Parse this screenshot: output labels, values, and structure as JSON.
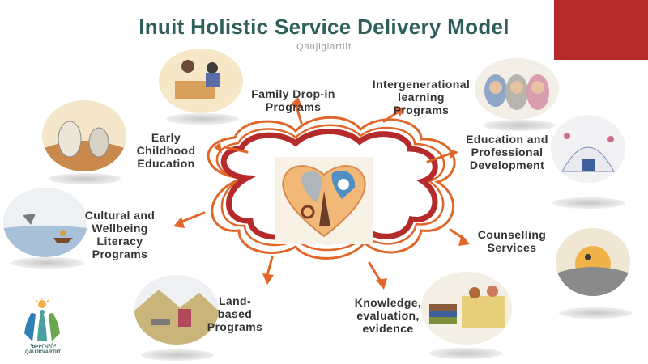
{
  "header": {
    "title": "Inuit Holistic Service Delivery Model",
    "subtitle": "Qaujigiartiit"
  },
  "programs": [
    {
      "id": "family",
      "label": "Family Drop-in\nPrograms"
    },
    {
      "id": "intergenerational",
      "label": "Intergenerational\nlearning\nPrograms"
    },
    {
      "id": "early",
      "label": "Early\nChildhood\nEducation"
    },
    {
      "id": "education",
      "label": "Education and\nProfessional\nDevelopment"
    },
    {
      "id": "cultural",
      "label": "Cultural and\nWellbeing\nLiteracy\nPrograms"
    },
    {
      "id": "counselling",
      "label": "Counselling\nServices"
    },
    {
      "id": "land",
      "label": "Land-\nbased\nPrograms"
    },
    {
      "id": "knowledge",
      "label": "Knowledge,\nevaluation,\nevidence"
    }
  ],
  "logo": {
    "syllabics": "ᖃᐅᔨᒋᐊᕐᑏᑦ",
    "name": "QAUJIGIARTIIT"
  },
  "colors": {
    "title": "#2f5f5b",
    "cloud": "#b52a2a",
    "arrows": "#e0662a",
    "corner": "#b52a2a"
  }
}
